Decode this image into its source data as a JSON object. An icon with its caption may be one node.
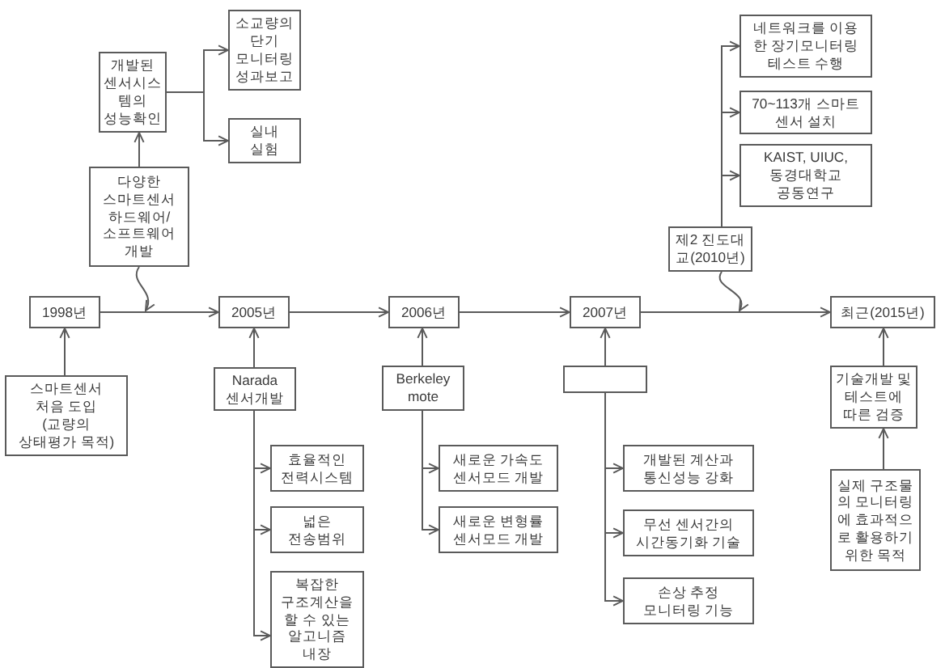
{
  "diagram": {
    "nodes": [
      {
        "text": [
          "소교량의 단기 모니터링 성과보고"
        ]
      },
      {
        "text": [
          "개발된 센서시스템의 성능확인"
        ]
      },
      {
        "text": [
          "실내 실험"
        ]
      },
      {
        "text": [
          "다양한 스마트센서 하드웨어/소프트웨어 개발"
        ]
      },
      {
        "text": [
          "네트워크를 이용한 장기모니터링 테스트 수행"
        ]
      },
      {
        "text": [
          "70~113개 스마트 센서 설치"
        ]
      },
      {
        "text": [
          "KAIST, UIUC, 동경대학교 공동연구"
        ]
      },
      {
        "text": [
          "제2 진도대교(2010년)"
        ]
      },
      {
        "text": [
          "1998년"
        ]
      },
      {
        "text": [
          "2005년"
        ]
      },
      {
        "text": [
          "2006년"
        ]
      },
      {
        "text": [
          "2007년"
        ]
      },
      {
        "text": [
          "최근(2015년)"
        ]
      },
      {
        "text": [
          "스마트센서 처음 도입 (교량의 상태평가 목적)"
        ]
      },
      {
        "text": [
          "Narada 센서개발"
        ]
      },
      {
        "text": [
          "Berkeley mote"
        ]
      },
      {
        "text": [],
        "shape": "box"
      },
      {
        "text": [
          "기술개발 및 테스트에 따른 검증"
        ]
      },
      {
        "text": [
          "효율적인 전력시스템"
        ]
      },
      {
        "text": [
          "새로운 가속도 센서모드 개발"
        ]
      },
      {
        "text": [
          "개발된 계산과 통신성능 강화"
        ]
      },
      {
        "text": [
          "넓은 전송범위"
        ]
      },
      {
        "text": [
          "새로운 변형률 센서모드 개발"
        ]
      },
      {
        "text": [
          "무선 센서간의 시간동기화 기술"
        ]
      },
      {
        "text": [
          "실제 구조물의 모니터링에 효과적으로 활용하기 위한 목적"
        ]
      },
      {
        "text": [
          "손상 추정 모니터링 기능"
        ]
      },
      {
        "text": [
          "복잡한 구조계산을 할 수 있는 알고니즘 내장"
        ]
      }
    ],
    "edges": [
      {
        "from": 1,
        "to": 0,
        "arrow": "to"
      },
      {
        "from": 1,
        "to": 2,
        "arrow": "to"
      },
      {
        "from": 3,
        "to": 1,
        "arrow": "to"
      },
      {
        "from": 3,
        "to": null,
        "arrow": "to"
      },
      {
        "from": 7,
        "to": 4,
        "arrow": "to"
      },
      {
        "from": 7,
        "to": 5,
        "arrow": "to"
      },
      {
        "from": 7,
        "to": 6,
        "arrow": "to"
      },
      {
        "from": 7,
        "to": null,
        "arrow": "to"
      },
      {
        "from": 8,
        "to": 9,
        "arrow": "to"
      },
      {
        "from": 9,
        "to": 10,
        "arrow": "to"
      },
      {
        "from": 10,
        "to": 11,
        "arrow": "to"
      },
      {
        "from": 11,
        "to": 12,
        "arrow": "to"
      },
      {
        "from": 13,
        "to": 8,
        "arrow": "to"
      },
      {
        "from": 14,
        "to": 9,
        "arrow": "to"
      },
      {
        "from": 15,
        "to": 10,
        "arrow": "to"
      },
      {
        "from": 16,
        "to": 11,
        "arrow": "to"
      },
      {
        "from": 17,
        "to": 12,
        "arrow": "to"
      },
      {
        "from": 24,
        "to": 17,
        "arrow": "to"
      },
      {
        "from": 14,
        "to": 18,
        "arrow": "to"
      },
      {
        "from": 14,
        "to": 21,
        "arrow": "to"
      },
      {
        "from": 14,
        "to": 26,
        "arrow": "to"
      },
      {
        "from": 15,
        "to": 19,
        "arrow": "to"
      },
      {
        "from": 15,
        "to": 22,
        "arrow": "to"
      },
      {
        "from": 16,
        "to": 20,
        "arrow": "to"
      },
      {
        "from": 16,
        "to": 23,
        "arrow": "to"
      },
      {
        "from": 16,
        "to": 25,
        "arrow": "to"
      }
    ]
  }
}
